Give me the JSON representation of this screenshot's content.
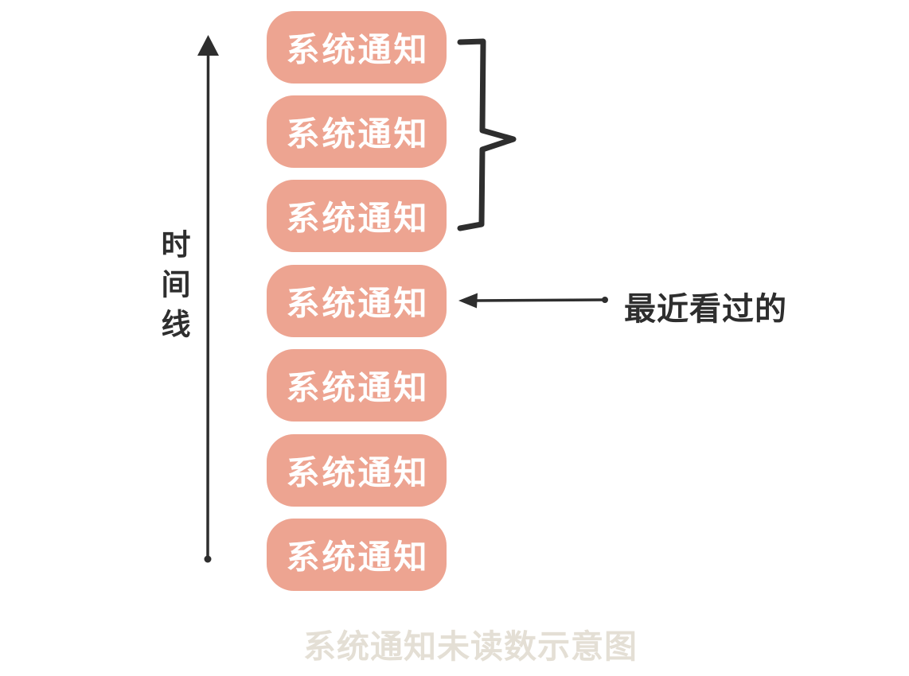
{
  "timeline": {
    "label": "时间线",
    "direction": "up"
  },
  "notifications": {
    "items": [
      "系统通知",
      "系统通知",
      "系统通知",
      "系统通知",
      "系统通知",
      "系统通知",
      "系统通知"
    ]
  },
  "annotations": {
    "bracket_grouped_boxes": 3,
    "recently_viewed_label": "最近看过的",
    "recently_viewed_points_to_box": 4
  },
  "caption": "系统通知未读数示意图",
  "colors": {
    "background": "#ffffff",
    "box_fill": "#eda491",
    "box_text": "#ffffff",
    "ink": "#2e2e2e",
    "caption_color": "#e4dfd5"
  }
}
